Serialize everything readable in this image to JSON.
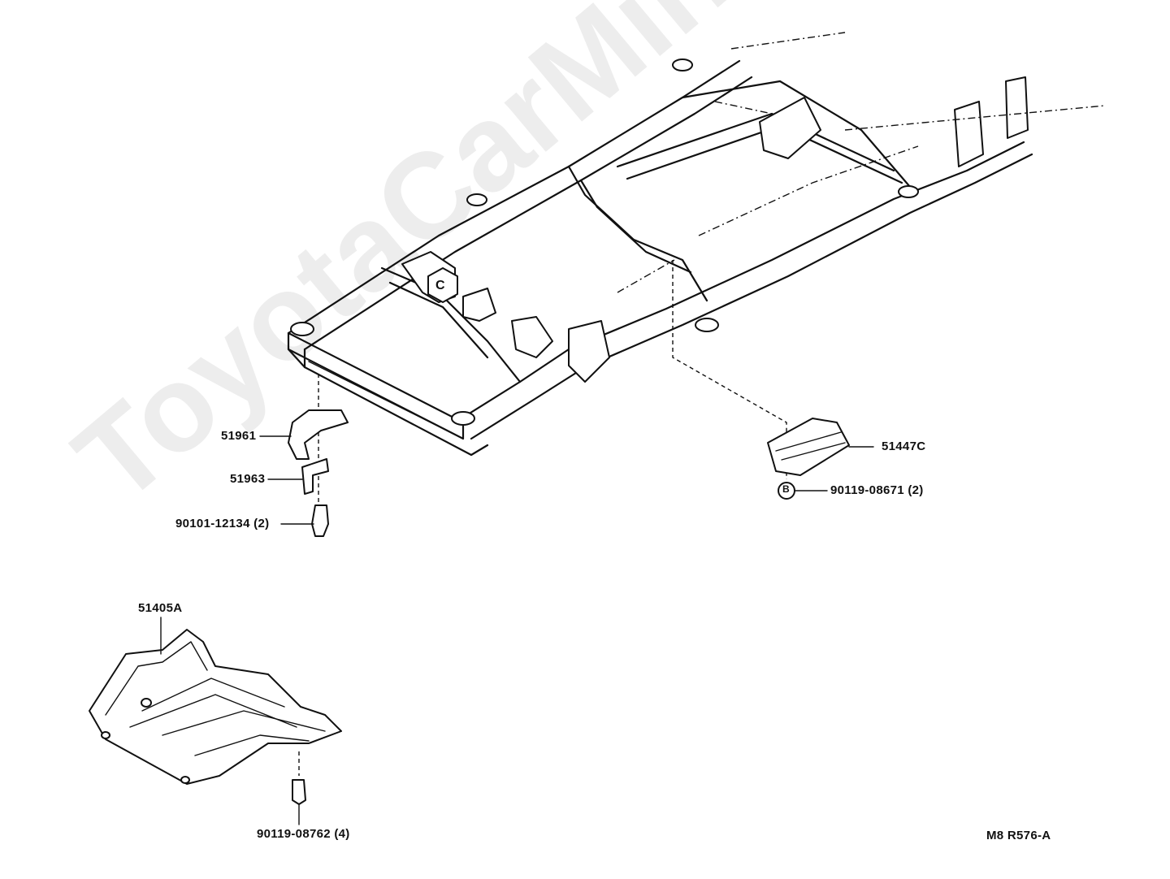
{
  "watermark": "ToyotaCarMine.ru",
  "callouts": {
    "p51961": "51961",
    "p51963": "51963",
    "p90101": "90101-12134 (2)",
    "p51447c": "51447C",
    "p90119a": "90119-08671 (2)",
    "p51405a": "51405A",
    "p90119b": "90119-08762 (4)",
    "ref_c": "C",
    "ref_b": "B"
  },
  "drawing_code": "M8 R576-A"
}
